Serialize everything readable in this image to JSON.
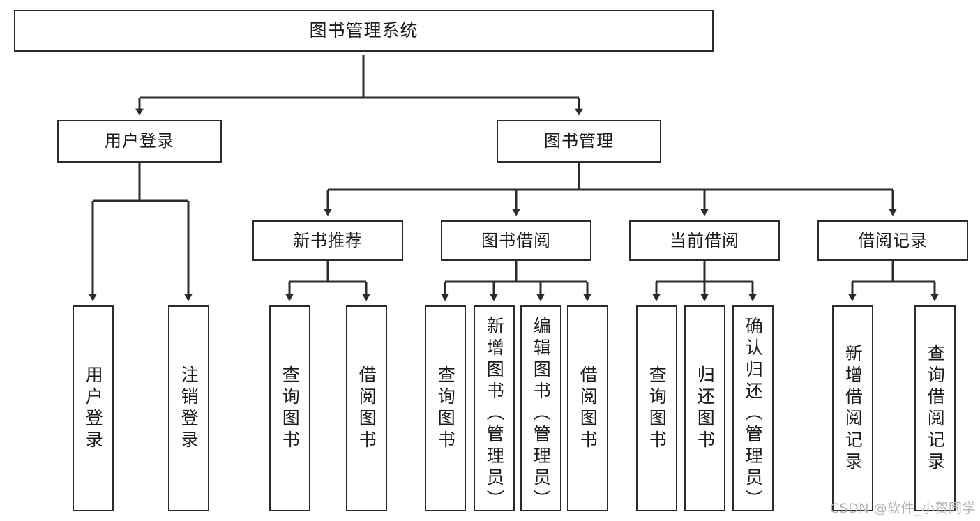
{
  "diagram": {
    "title": "图书管理系统",
    "type": "functional-structure-tree",
    "stroke_color": "#2b2b2b",
    "fill_color": "#ffffff",
    "text_color": "#1b1b1b"
  },
  "nodes": {
    "root": {
      "label": "图书管理系统"
    },
    "level2": [
      {
        "label": "用户登录"
      },
      {
        "label": "图书管理"
      }
    ],
    "level3": [
      {
        "label": "新书推荐"
      },
      {
        "label": "图书借阅"
      },
      {
        "label": "当前借阅"
      },
      {
        "label": "借阅记录"
      }
    ],
    "leaves": {
      "user_login": [
        {
          "label": "用户登录"
        },
        {
          "label": "注销登录"
        }
      ],
      "new_book_recommend": [
        {
          "label": "查询图书"
        },
        {
          "label": "借阅图书"
        }
      ],
      "book_borrow": [
        {
          "label": "查询图书"
        },
        {
          "label": "新增图书（管理员）"
        },
        {
          "label": "编辑图书（管理员）"
        },
        {
          "label": "借阅图书"
        }
      ],
      "current_borrow": [
        {
          "label": "查询图书"
        },
        {
          "label": "归还图书"
        },
        {
          "label": "确认归还（管理员）"
        }
      ],
      "borrow_record": [
        {
          "label": "新增借阅记录"
        },
        {
          "label": "查询借阅记录"
        }
      ]
    }
  },
  "watermark": {
    "text": "CSDN @软件_小贺同学"
  },
  "chart_data": {
    "type": "table",
    "title": "图书管理系统 功能结构图",
    "tree": {
      "name": "图书管理系统",
      "children": [
        {
          "name": "用户登录",
          "children": [
            {
              "name": "用户登录"
            },
            {
              "name": "注销登录"
            }
          ]
        },
        {
          "name": "图书管理",
          "children": [
            {
              "name": "新书推荐",
              "children": [
                {
                  "name": "查询图书"
                },
                {
                  "name": "借阅图书"
                }
              ]
            },
            {
              "name": "图书借阅",
              "children": [
                {
                  "name": "查询图书"
                },
                {
                  "name": "新增图书（管理员）"
                },
                {
                  "name": "编辑图书（管理员）"
                },
                {
                  "name": "借阅图书"
                }
              ]
            },
            {
              "name": "当前借阅",
              "children": [
                {
                  "name": "查询图书"
                },
                {
                  "name": "归还图书"
                },
                {
                  "name": "确认归还（管理员）"
                }
              ]
            },
            {
              "name": "借阅记录",
              "children": [
                {
                  "name": "新增借阅记录"
                },
                {
                  "name": "查询借阅记录"
                }
              ]
            }
          ]
        }
      ]
    }
  }
}
